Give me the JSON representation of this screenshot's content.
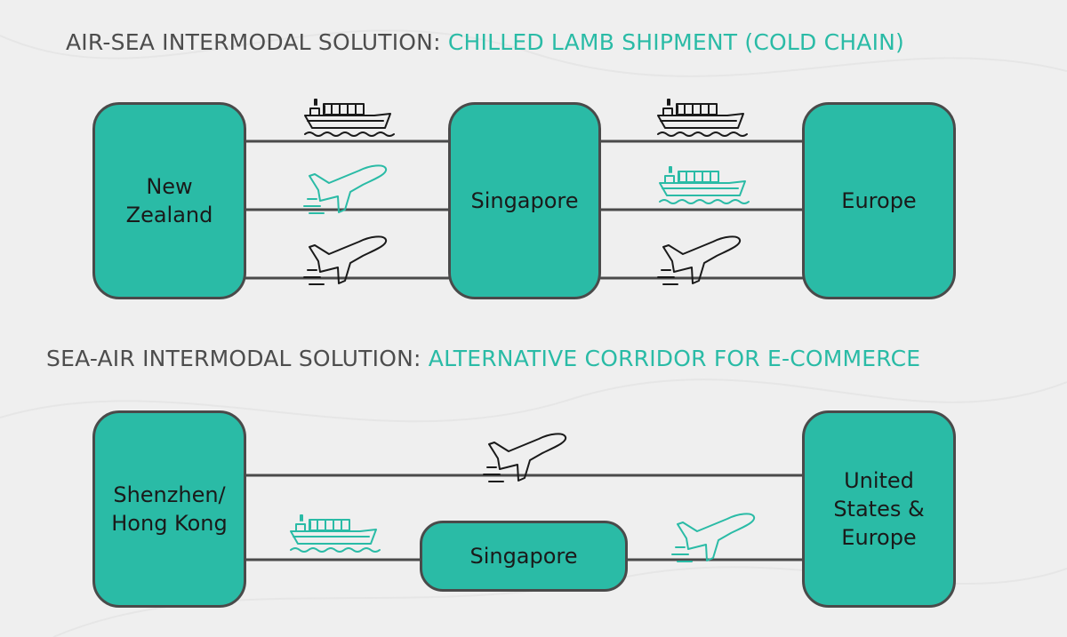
{
  "section1": {
    "heading_prefix": "AIR-SEA INTERMODAL SOLUTION: ",
    "heading_accent": "CHILLED LAMB SHIPMENT (COLD CHAIN)",
    "nodes": {
      "origin": [
        "New",
        "Zealand"
      ],
      "hub": [
        "Singapore"
      ],
      "destination": [
        "Europe"
      ]
    },
    "routes": [
      {
        "leg": "origin-hub",
        "mode": "sea",
        "color": "#1a1a1a"
      },
      {
        "leg": "origin-hub",
        "mode": "air",
        "color": "#2abba6"
      },
      {
        "leg": "origin-hub",
        "mode": "air",
        "color": "#1a1a1a"
      },
      {
        "leg": "hub-destination",
        "mode": "sea",
        "color": "#1a1a1a"
      },
      {
        "leg": "hub-destination",
        "mode": "sea",
        "color": "#2abba6"
      },
      {
        "leg": "hub-destination",
        "mode": "air",
        "color": "#1a1a1a"
      }
    ]
  },
  "section2": {
    "heading_prefix": "SEA-AIR INTERMODAL SOLUTION: ",
    "heading_accent": "ALTERNATIVE CORRIDOR FOR E-COMMERCE",
    "nodes": {
      "origin": [
        "Shenzhen/",
        "Hong Kong"
      ],
      "hub": [
        "Singapore"
      ],
      "destination": [
        "United",
        "States &",
        "Europe"
      ]
    },
    "routes": [
      {
        "leg": "origin-destination",
        "mode": "air",
        "color": "#1a1a1a"
      },
      {
        "leg": "origin-hub",
        "mode": "sea",
        "color": "#2abba6"
      },
      {
        "leg": "hub-destination",
        "mode": "air",
        "color": "#2abba6"
      }
    ]
  },
  "colors": {
    "accent": "#2abba6",
    "node_fill": "#2abba6",
    "outline": "#4a4a4a",
    "heading_text": "#4d4d4d",
    "background": "#efefef"
  },
  "icons": [
    "cargo-ship-icon",
    "airplane-takeoff-icon"
  ]
}
